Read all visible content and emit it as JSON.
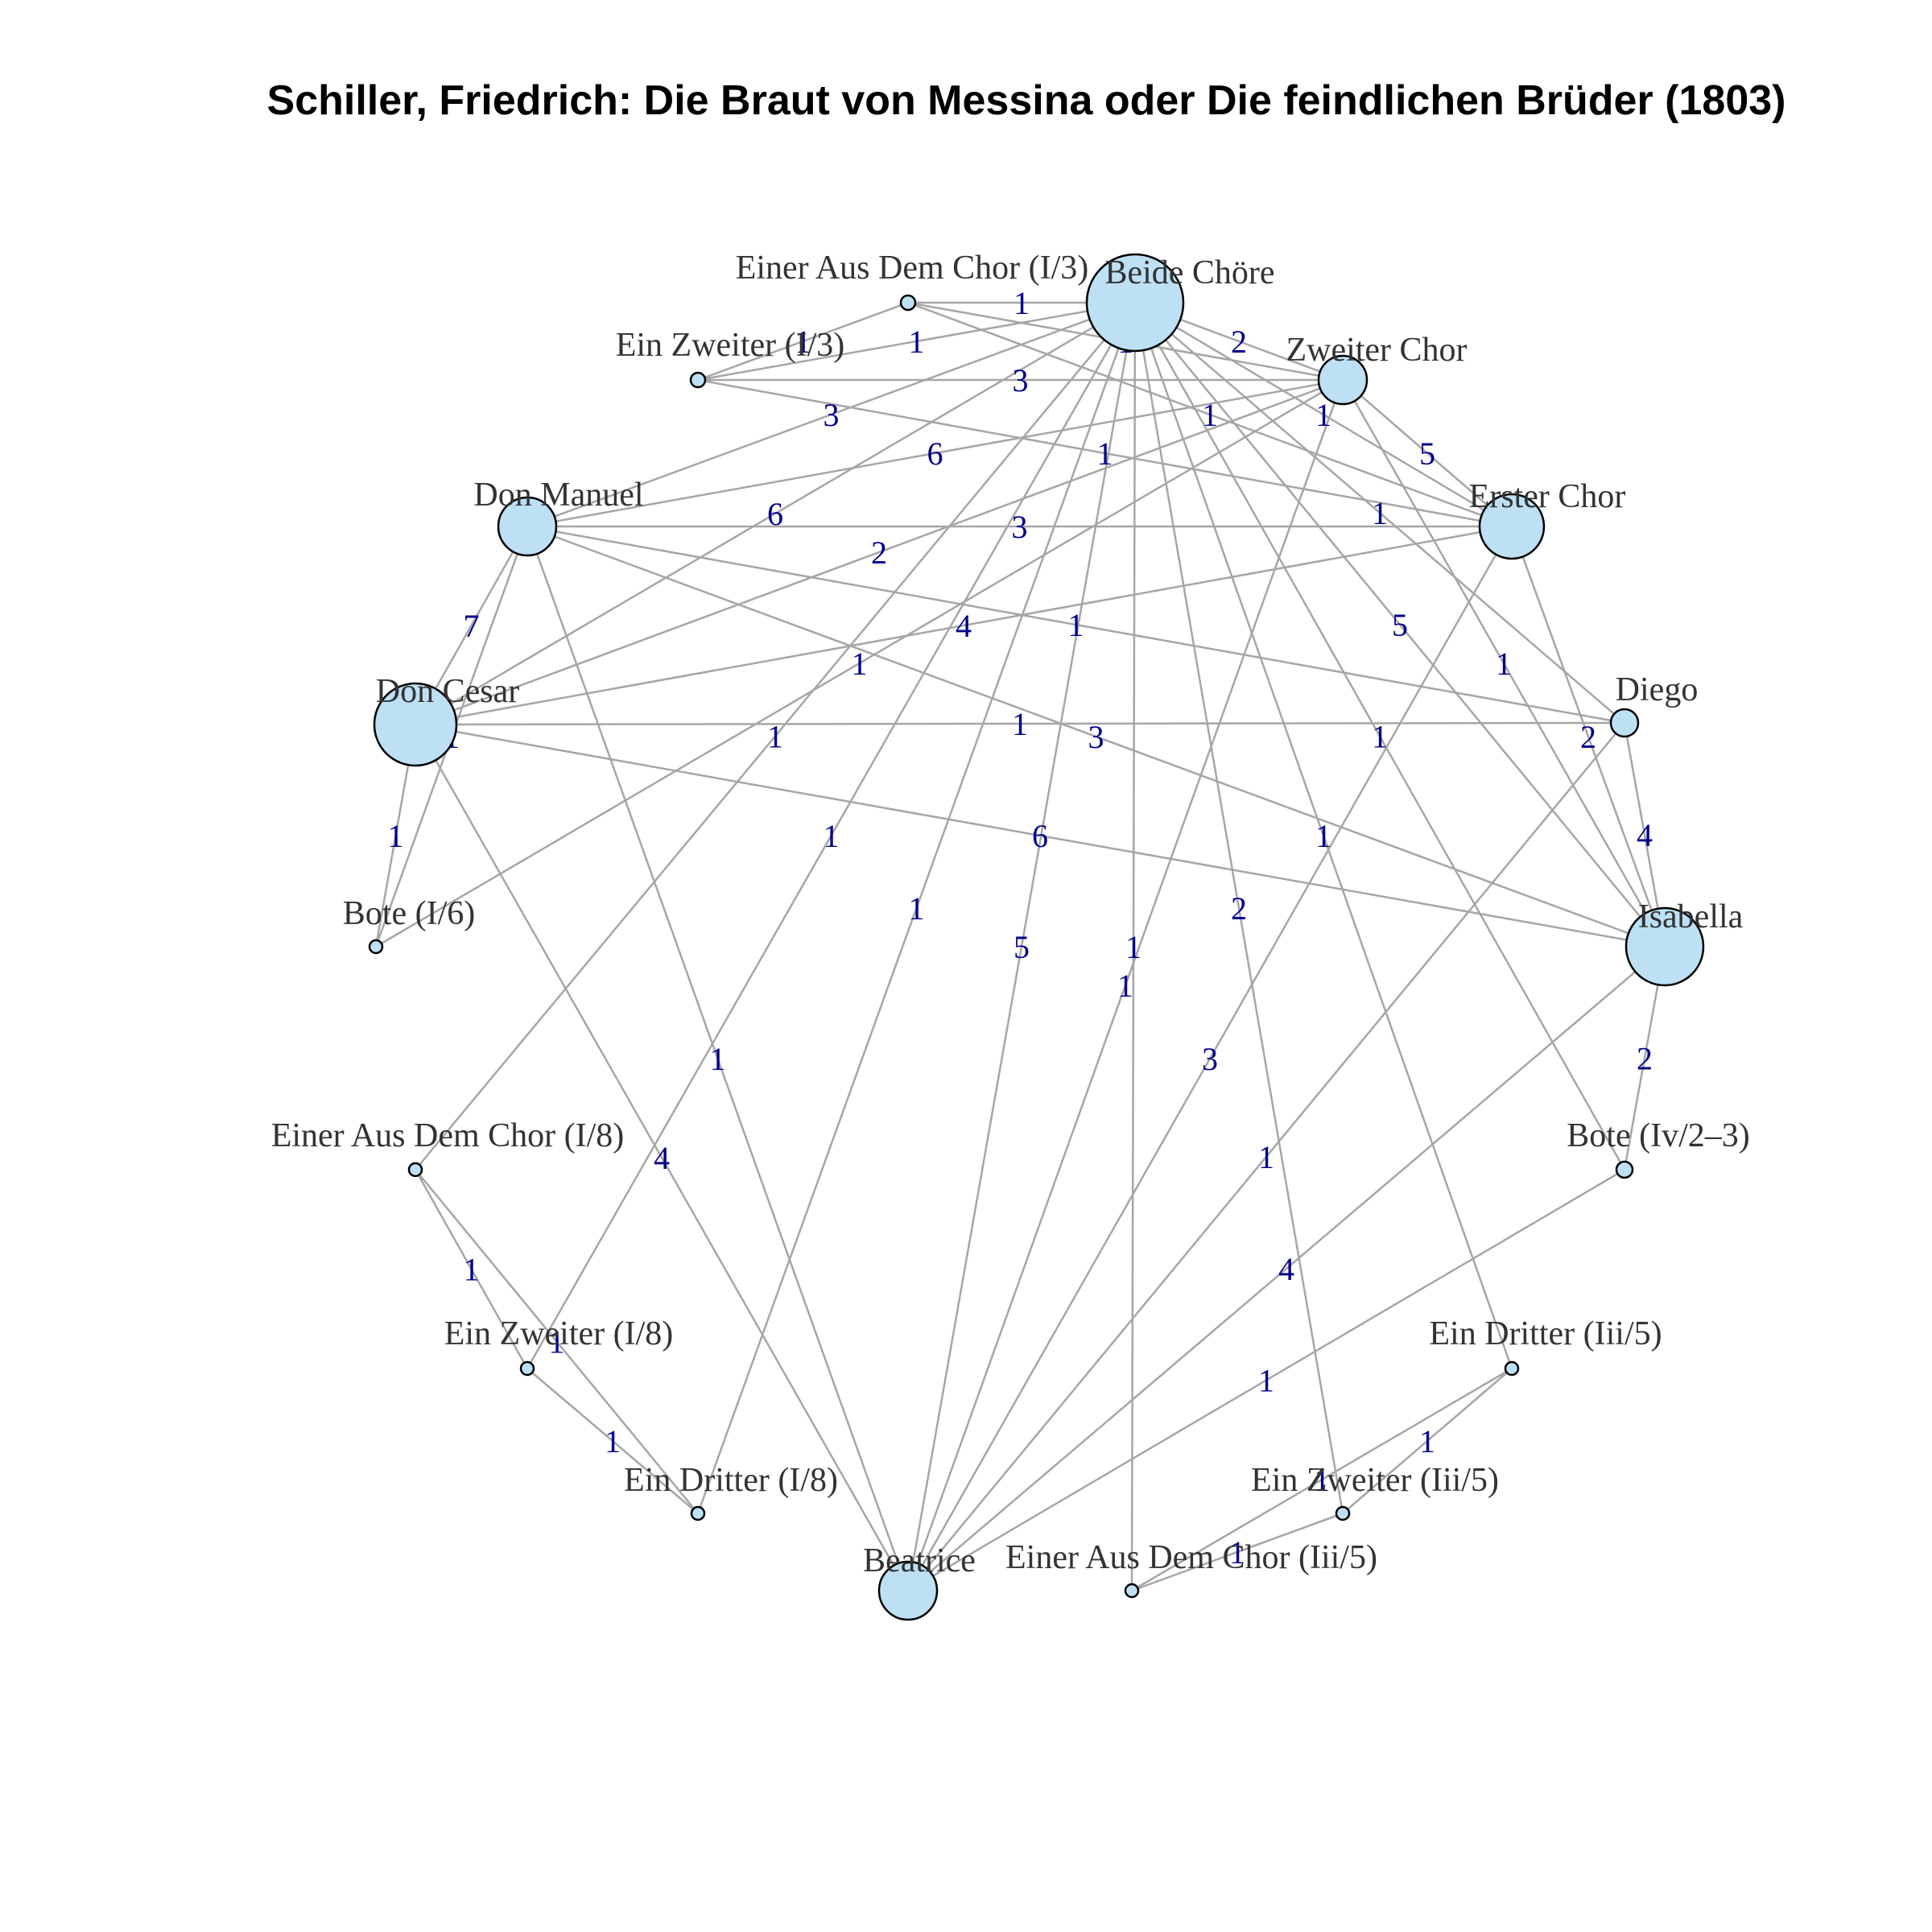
{
  "title": "Schiller, Friedrich: Die Braut von Messina oder Die feindlichen Brüder (1803)",
  "colors": {
    "node_fill": "#bde0f5",
    "node_stroke": "#000000",
    "edge": "#a6a6a6",
    "edge_label": "#00008b",
    "node_label": "#333333"
  },
  "nodes": [
    {
      "id": "beide_choere",
      "label": "Beide Chöre"
    },
    {
      "id": "zweiter_chor",
      "label": "Zweiter Chor"
    },
    {
      "id": "erster_chor",
      "label": "Erster Chor"
    },
    {
      "id": "diego",
      "label": "Diego"
    },
    {
      "id": "isabella",
      "label": "Isabella"
    },
    {
      "id": "bote_iv",
      "label": "Bote (Iv/2–3)"
    },
    {
      "id": "ein_dritter_iii5",
      "label": "Ein Dritter (Iii/5)"
    },
    {
      "id": "ein_zweiter_iii5",
      "label": "Ein Zweiter (Iii/5)"
    },
    {
      "id": "einer_chor_iii5",
      "label": "Einer Aus Dem Chor (Iii/5)"
    },
    {
      "id": "beatrice",
      "label": "Beatrice"
    },
    {
      "id": "ein_dritter_i8",
      "label": "Ein Dritter (I/8)"
    },
    {
      "id": "ein_zweiter_i8",
      "label": "Ein Zweiter (I/8)"
    },
    {
      "id": "einer_chor_i8",
      "label": "Einer Aus Dem Chor (I/8)"
    },
    {
      "id": "bote_i6",
      "label": "Bote (I/6)"
    },
    {
      "id": "don_cesar",
      "label": "Don Cesar"
    },
    {
      "id": "don_manuel",
      "label": "Don Manuel"
    },
    {
      "id": "ein_zweiter_i3",
      "label": "Ein Zweiter (I/3)"
    },
    {
      "id": "einer_chor_i3",
      "label": "Einer Aus Dem Chor (I/3)"
    }
  ],
  "edges": [
    {
      "source": "einer_chor_i3",
      "target": "beide_choere",
      "weight": "1"
    },
    {
      "source": "einer_chor_i3",
      "target": "ein_zweiter_i3",
      "weight": "1"
    },
    {
      "source": "einer_chor_i3",
      "target": "zweiter_chor",
      "weight": "1"
    },
    {
      "source": "einer_chor_i3",
      "target": "erster_chor",
      "weight": "1"
    },
    {
      "source": "ein_zweiter_i3",
      "target": "beide_choere",
      "weight": "1"
    },
    {
      "source": "ein_zweiter_i3",
      "target": "zweiter_chor",
      "weight": "3"
    },
    {
      "source": "ein_zweiter_i3",
      "target": "erster_chor",
      "weight": "1"
    },
    {
      "source": "beide_choere",
      "target": "don_manuel",
      "weight": "3"
    },
    {
      "source": "beide_choere",
      "target": "don_cesar",
      "weight": "6"
    },
    {
      "source": "beide_choere",
      "target": "zweiter_chor",
      "weight": "2"
    },
    {
      "source": "beide_choere",
      "target": "erster_chor",
      "weight": "1"
    },
    {
      "source": "beide_choere",
      "target": "isabella",
      "weight": "5"
    },
    {
      "source": "beide_choere",
      "target": "diego",
      "weight": "1"
    },
    {
      "source": "beide_choere",
      "target": "bote_iv",
      "weight": "1"
    },
    {
      "source": "beide_choere",
      "target": "einer_chor_i8",
      "weight": "1"
    },
    {
      "source": "beide_choere",
      "target": "ein_zweiter_i8",
      "weight": "1"
    },
    {
      "source": "beide_choere",
      "target": "ein_dritter_i8",
      "weight": "1"
    },
    {
      "source": "beide_choere",
      "target": "beatrice",
      "weight": "5"
    },
    {
      "source": "beide_choere",
      "target": "einer_chor_iii5",
      "weight": "1"
    },
    {
      "source": "beide_choere",
      "target": "ein_zweiter_iii5",
      "weight": "2"
    },
    {
      "source": "beide_choere",
      "target": "ein_dritter_iii5",
      "weight": "1"
    },
    {
      "source": "don_manuel",
      "target": "zweiter_chor",
      "weight": "6"
    },
    {
      "source": "don_manuel",
      "target": "erster_chor",
      "weight": "3"
    },
    {
      "source": "don_manuel",
      "target": "don_cesar",
      "weight": "7"
    },
    {
      "source": "don_manuel",
      "target": "bote_i6",
      "weight": "1"
    },
    {
      "source": "don_manuel",
      "target": "isabella",
      "weight": "3"
    },
    {
      "source": "don_manuel",
      "target": "diego",
      "weight": "1"
    },
    {
      "source": "don_manuel",
      "target": "beatrice",
      "weight": "1"
    },
    {
      "source": "don_cesar",
      "target": "zweiter_chor",
      "weight": "2"
    },
    {
      "source": "don_cesar",
      "target": "erster_chor",
      "weight": "4"
    },
    {
      "source": "don_cesar",
      "target": "diego",
      "weight": "1"
    },
    {
      "source": "don_cesar",
      "target": "isabella",
      "weight": "6"
    },
    {
      "source": "don_cesar",
      "target": "bote_i6",
      "weight": "1"
    },
    {
      "source": "don_cesar",
      "target": "beatrice",
      "weight": "4"
    },
    {
      "source": "zweiter_chor",
      "target": "erster_chor",
      "weight": "5"
    },
    {
      "source": "zweiter_chor",
      "target": "isabella",
      "weight": "1"
    },
    {
      "source": "zweiter_chor",
      "target": "bote_i6",
      "weight": "1"
    },
    {
      "source": "zweiter_chor",
      "target": "beatrice",
      "weight": "1"
    },
    {
      "source": "erster_chor",
      "target": "isabella",
      "weight": "2"
    },
    {
      "source": "erster_chor",
      "target": "beatrice",
      "weight": "3"
    },
    {
      "source": "diego",
      "target": "isabella",
      "weight": "4"
    },
    {
      "source": "diego",
      "target": "beatrice",
      "weight": "1"
    },
    {
      "source": "isabella",
      "target": "bote_iv",
      "weight": "2"
    },
    {
      "source": "isabella",
      "target": "beatrice",
      "weight": "4"
    },
    {
      "source": "bote_iv",
      "target": "beatrice",
      "weight": "1"
    },
    {
      "source": "einer_chor_i8",
      "target": "ein_zweiter_i8",
      "weight": "1"
    },
    {
      "source": "einer_chor_i8",
      "target": "ein_dritter_i8",
      "weight": "1"
    },
    {
      "source": "ein_zweiter_i8",
      "target": "ein_dritter_i8",
      "weight": "1"
    },
    {
      "source": "einer_chor_iii5",
      "target": "ein_zweiter_iii5",
      "weight": "1"
    },
    {
      "source": "einer_chor_iii5",
      "target": "ein_dritter_iii5",
      "weight": "1"
    },
    {
      "source": "ein_zweiter_iii5",
      "target": "ein_dritter_iii5",
      "weight": "1"
    }
  ]
}
